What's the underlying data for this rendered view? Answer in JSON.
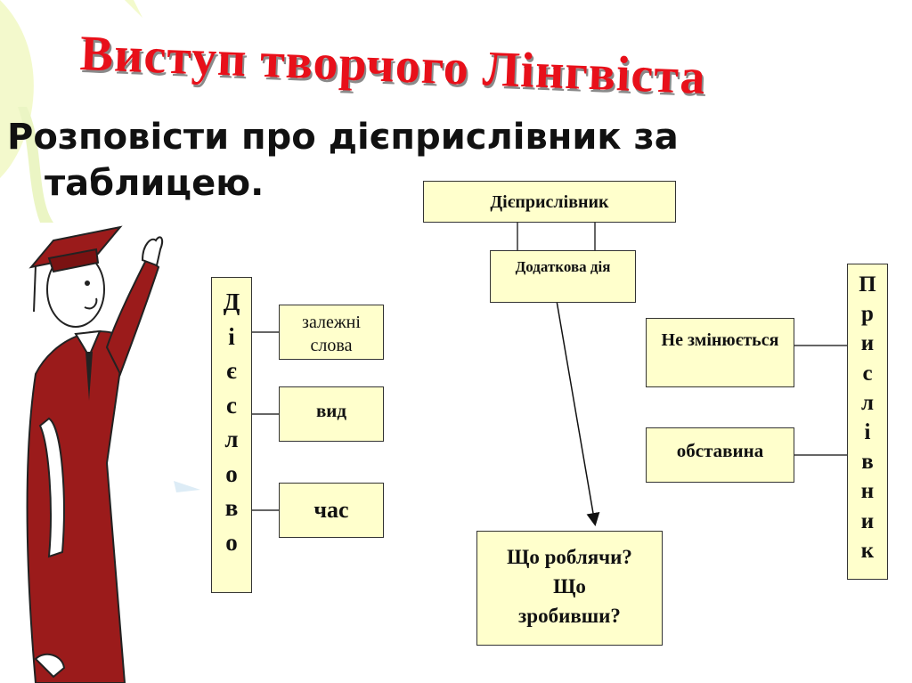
{
  "slide": {
    "title": "Виступ творчого Лінгвіста",
    "subtitle_line1": "Розповісти про дієприслівник за",
    "subtitle_line2": "таблицею."
  },
  "diagram": {
    "root": "Дієприслівник",
    "additional_action": "Додаткова дія",
    "verb_letters": [
      "Д",
      "і",
      "є",
      "с",
      "л",
      "о",
      "в",
      "о"
    ],
    "verb_features": [
      "залежні слова",
      "вид",
      "час"
    ],
    "adverb_letters": [
      "П",
      "р",
      "и",
      "с",
      "л",
      "і",
      "в",
      "н",
      "и",
      "к"
    ],
    "adverb_features": [
      "Не змінюється",
      "обставина"
    ],
    "questions": [
      "Що роблячи?",
      "Що",
      "зробивши?"
    ]
  },
  "colors": {
    "title": "#e8101a",
    "box_fill": "#ffffcc",
    "gown": "#9b1b1b"
  }
}
